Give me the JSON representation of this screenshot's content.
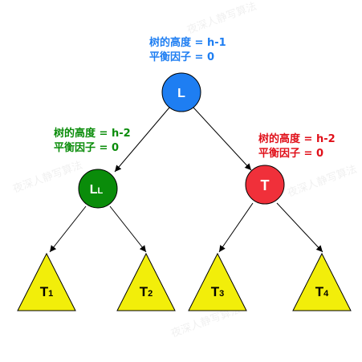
{
  "colors": {
    "root": "#1E7EF2",
    "left": "#0A8C0A",
    "right": "#F0303A",
    "subtree": "#F2EE0A",
    "edge": "#000000",
    "annotation_root": "#1E7EF2",
    "annotation_left": "#0A8C0A",
    "annotation_right": "#E0101A"
  },
  "annotations": {
    "root": {
      "line1": "树的高度 = h-1",
      "line2": "平衡因子 = 0"
    },
    "left": {
      "line1": "树的高度 = h-2",
      "line2": "平衡因子 = 0"
    },
    "right": {
      "line1": "树的高度 = h-2",
      "line2": "平衡因子 = 0"
    }
  },
  "nodes": {
    "root": {
      "label": "L"
    },
    "left": {
      "label": "L",
      "sub": "L"
    },
    "right": {
      "label": "T"
    }
  },
  "subtrees": [
    {
      "label": "T",
      "sub": "1"
    },
    {
      "label": "T",
      "sub": "2"
    },
    {
      "label": "T",
      "sub": "3"
    },
    {
      "label": "T",
      "sub": "4"
    }
  ],
  "watermark": "夜深人静写算法"
}
